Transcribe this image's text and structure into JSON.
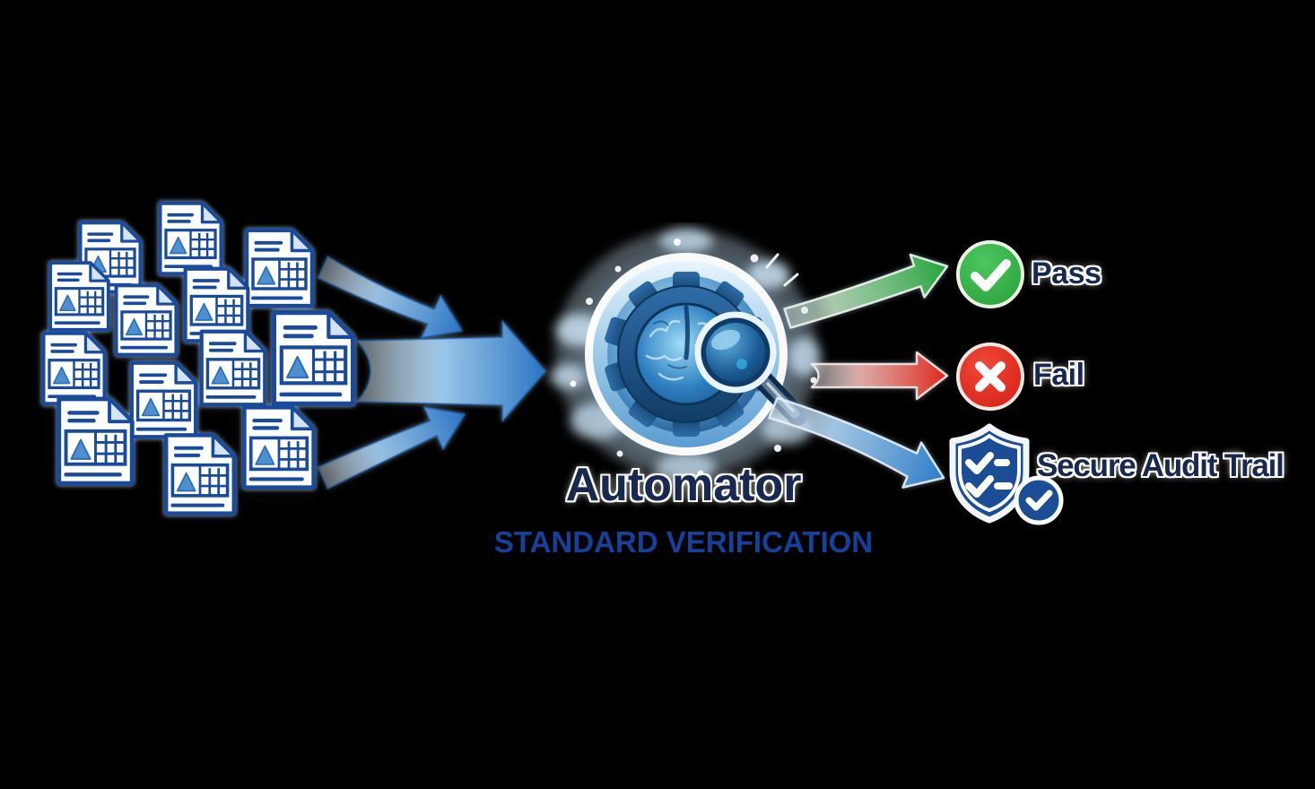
{
  "background_color": "#000000",
  "source": {
    "icon": "document-stack-icon",
    "documents_count": 13,
    "document_border_color": "#1a4a9c",
    "document_triangle_color": "#4e8fd0",
    "input_arrows_count": 3,
    "input_arrow_color": "#2a74c4"
  },
  "processor": {
    "title": "Automator",
    "subtitle": "STANDARD VERIFICATION",
    "icon": "gear-brain-magnifier-logo",
    "title_color": "#18284f",
    "subtitle_color": "#16419b"
  },
  "outputs": [
    {
      "label": "Pass",
      "icon": "check-circle-icon",
      "icon_color": "#2fa846",
      "arrow_color": "#23a33b"
    },
    {
      "label": "Fail",
      "icon": "x-circle-icon",
      "icon_color": "#de2a1d",
      "arrow_color": "#dd2619"
    },
    {
      "label": "Secure Audit Trail",
      "icon": "shield-checklist-icon",
      "icon_color": "#1b4d94",
      "arrow_color": "#2e7cc9"
    }
  ],
  "colors": {
    "label_text": "#18284f",
    "label_halo": "#ffffff"
  }
}
